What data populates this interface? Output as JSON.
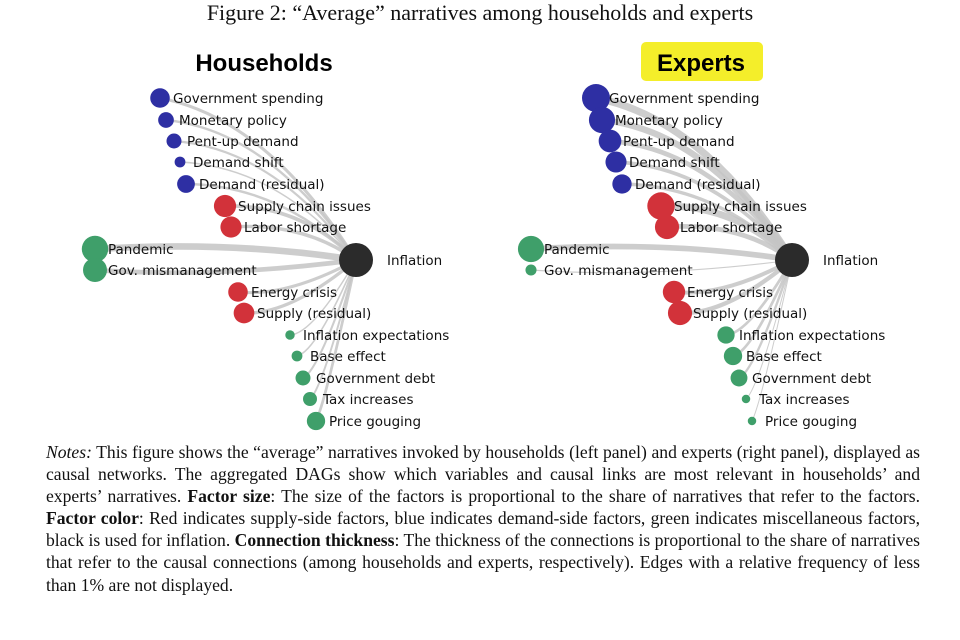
{
  "figure_title": "Figure 2: “Average” narratives among households and experts",
  "colors": {
    "demand": "#2e2fa3",
    "supply": "#d2323a",
    "misc": "#3f9f6a",
    "inflation": "#2b2b2b",
    "edge": "#c4c4c4",
    "highlight": "#f4ee2a"
  },
  "panels": [
    {
      "id": "households",
      "title": "Households",
      "highlighted": false,
      "inflation_label": "Inflation",
      "factors": [
        {
          "label": "Government spending",
          "group": "demand",
          "size": 0.45
        },
        {
          "label": "Monetary policy",
          "group": "demand",
          "size": 0.25
        },
        {
          "label": "Pent-up demand",
          "group": "demand",
          "size": 0.22
        },
        {
          "label": "Demand shift",
          "group": "demand",
          "size": 0.08
        },
        {
          "label": "Demand (residual)",
          "group": "demand",
          "size": 0.35
        },
        {
          "label": "Supply chain issues",
          "group": "supply",
          "size": 0.62
        },
        {
          "label": "Labor shortage",
          "group": "supply",
          "size": 0.55
        },
        {
          "label": "Pandemic",
          "group": "misc",
          "size": 0.95
        },
        {
          "label": "Gov. mismanagement",
          "group": "misc",
          "size": 0.75
        },
        {
          "label": "Energy crisis",
          "group": "supply",
          "size": 0.45
        },
        {
          "label": "Supply (residual)",
          "group": "supply",
          "size": 0.52
        },
        {
          "label": "Inflation expectations",
          "group": "misc",
          "size": 0.05
        },
        {
          "label": "Base effect",
          "group": "misc",
          "size": 0.08
        },
        {
          "label": "Government debt",
          "group": "misc",
          "size": 0.22
        },
        {
          "label": "Tax increases",
          "group": "misc",
          "size": 0.18
        },
        {
          "label": "Price gouging",
          "group": "misc",
          "size": 0.38
        }
      ],
      "connections": [
        0.35,
        0.25,
        0.22,
        0.1,
        0.25,
        0.45,
        0.4,
        0.9,
        0.6,
        0.35,
        0.4,
        0.1,
        0.12,
        0.2,
        0.18,
        0.3
      ]
    },
    {
      "id": "experts",
      "title": "Experts",
      "highlighted": true,
      "inflation_label": "Inflation",
      "factors": [
        {
          "label": "Government spending",
          "group": "demand",
          "size": 1.0
        },
        {
          "label": "Monetary policy",
          "group": "demand",
          "size": 0.85
        },
        {
          "label": "Pent-up demand",
          "group": "demand",
          "size": 0.6
        },
        {
          "label": "Demand shift",
          "group": "demand",
          "size": 0.5
        },
        {
          "label": "Demand (residual)",
          "group": "demand",
          "size": 0.4
        },
        {
          "label": "Supply chain issues",
          "group": "supply",
          "size": 0.95
        },
        {
          "label": "Labor shortage",
          "group": "supply",
          "size": 0.7
        },
        {
          "label": "Pandemic",
          "group": "misc",
          "size": 0.85
        },
        {
          "label": "Gov. mismanagement",
          "group": "misc",
          "size": 0.08
        },
        {
          "label": "Energy crisis",
          "group": "supply",
          "size": 0.58
        },
        {
          "label": "Supply (residual)",
          "group": "supply",
          "size": 0.7
        },
        {
          "label": "Inflation expectations",
          "group": "misc",
          "size": 0.3
        },
        {
          "label": "Base effect",
          "group": "misc",
          "size": 0.35
        },
        {
          "label": "Government debt",
          "group": "misc",
          "size": 0.28
        },
        {
          "label": "Tax increases",
          "group": "misc",
          "size": 0.03
        },
        {
          "label": "Price gouging",
          "group": "misc",
          "size": 0.03
        }
      ],
      "connections": [
        1.0,
        0.85,
        0.6,
        0.45,
        0.4,
        0.95,
        0.6,
        0.75,
        0.05,
        0.5,
        0.55,
        0.3,
        0.3,
        0.25,
        0.03,
        0.03
      ]
    }
  ],
  "notes": {
    "lead": "Notes:",
    "p1": " This figure shows the “average” narratives invoked by households (left panel) and experts (right panel), displayed as causal networks. The aggregated DAGs show which variables and causal links are most relevant in households’ and experts’ narratives. ",
    "size_label": "Factor size",
    "p2": ": The size of the factors is proportional to the share of narratives that refer to the factors. ",
    "color_label": "Factor color",
    "p3": ": Red indicates supply-side factors, blue indicates demand-side factors, green indicates miscellaneous factors, black is used for inflation. ",
    "thickness_label": "Connection thickness",
    "p4": ": The thickness of the connections is proportional to the share of narratives that refer to the causal connections (among households and experts, respectively). Edges with a relative frequency of less than 1% are not displayed."
  }
}
